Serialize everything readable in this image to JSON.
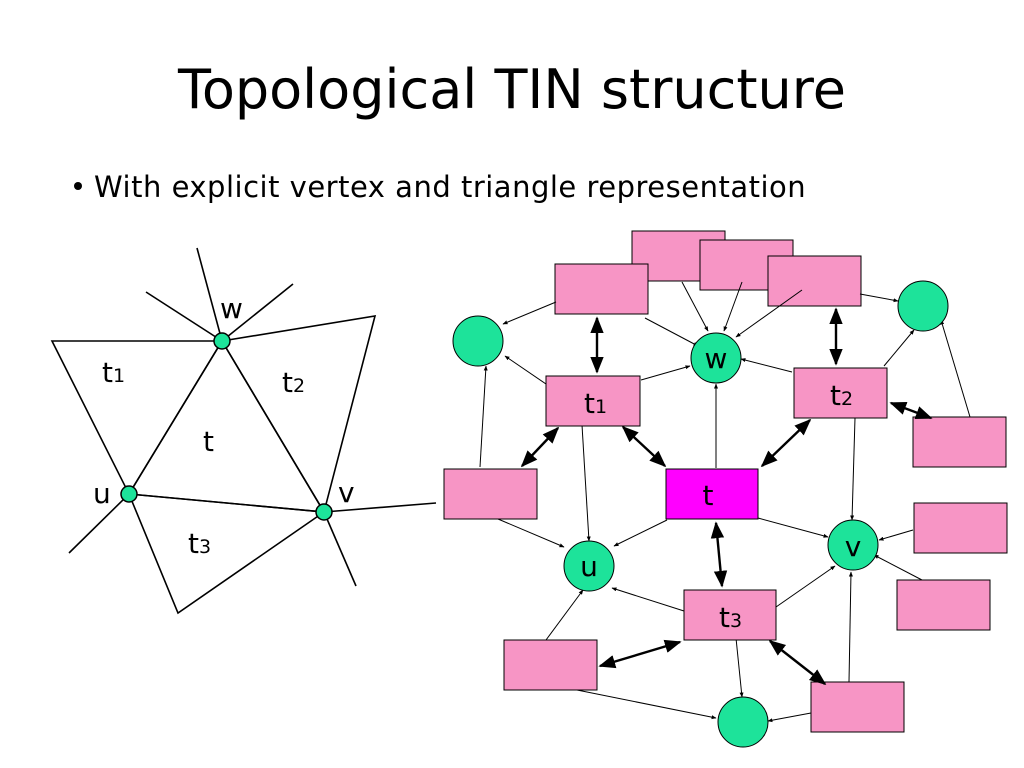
{
  "title": "Topological TIN structure",
  "bullet": "With explicit vertex and triangle representation",
  "colors": {
    "vertex_fill": "#1de39a",
    "triangle_box": "#f795c5",
    "center_triangle_box": "#ff00ff",
    "line": "#000000"
  },
  "mesh": {
    "vertex_w": "w",
    "vertex_u": "u",
    "vertex_v": "v",
    "tri_t": "t",
    "tri_t1": "t",
    "tri_t1_sub": "1",
    "tri_t2": "t",
    "tri_t2_sub": "2",
    "tri_t3": "t",
    "tri_t3_sub": "3"
  },
  "graph": {
    "node_w": "w",
    "node_u": "u",
    "node_v": "v",
    "node_t": "t",
    "node_t1": "t",
    "node_t1_sub": "1",
    "node_t2": "t",
    "node_t2_sub": "2",
    "node_t3": "t",
    "node_t3_sub": "3"
  }
}
